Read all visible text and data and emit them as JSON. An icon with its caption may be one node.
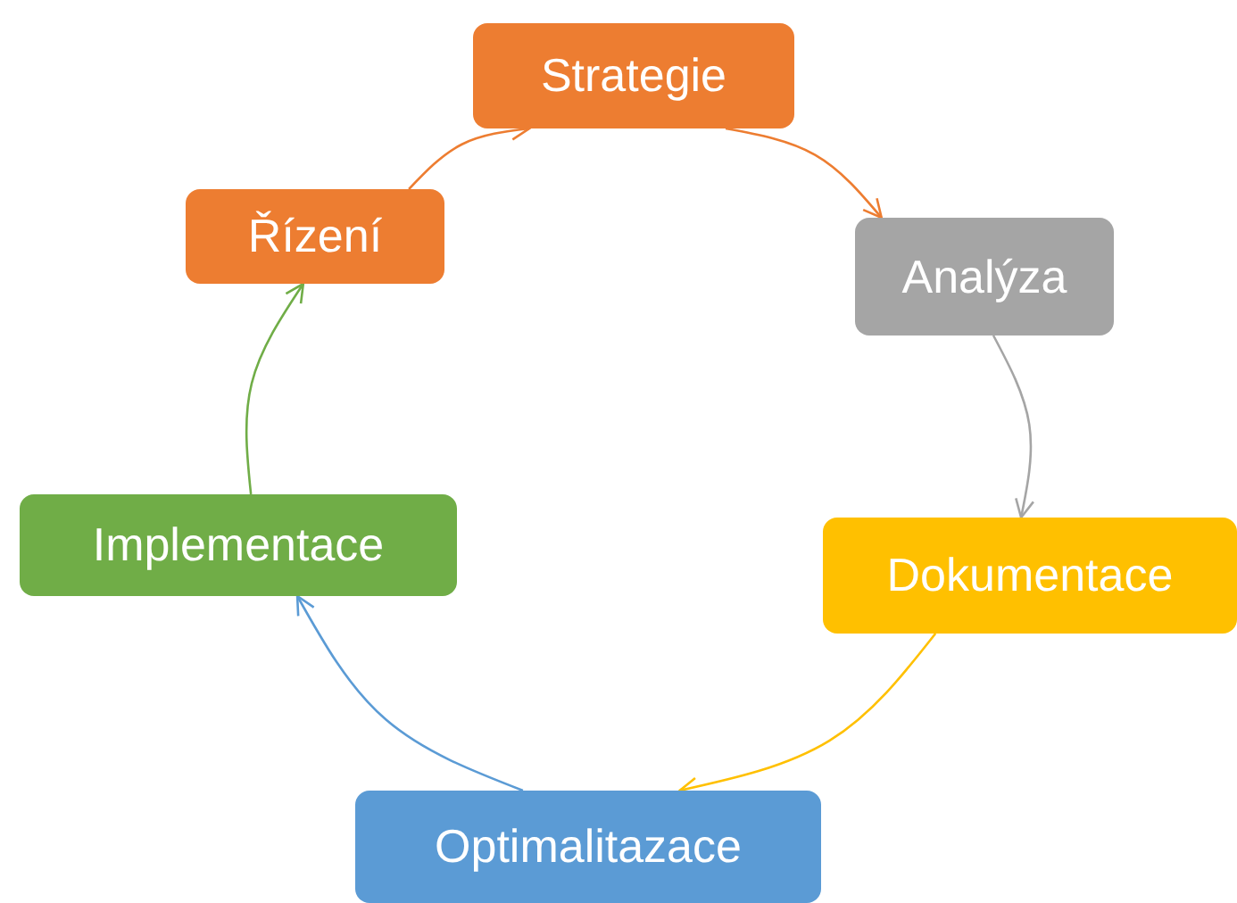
{
  "diagram": {
    "nodes": [
      {
        "text": [
          "Strategie"
        ]
      },
      {
        "text": [
          "Analýza"
        ]
      },
      {
        "text": [
          "Dokumentace"
        ]
      },
      {
        "text": [
          "Optimalitazace"
        ]
      },
      {
        "text": [
          "Implementace"
        ]
      },
      {
        "text": [
          "Řízení"
        ]
      }
    ],
    "edges": [
      {
        "from": 0,
        "to": 1,
        "arrow": "to",
        "color": "#ed7d31"
      },
      {
        "from": 1,
        "to": 2,
        "arrow": "to",
        "color": "#a5a5a5"
      },
      {
        "from": 2,
        "to": 3,
        "arrow": "to",
        "color": "#ffc000"
      },
      {
        "from": 3,
        "to": 4,
        "arrow": "to",
        "color": "#5b9bd5"
      },
      {
        "from": 4,
        "to": 5,
        "arrow": "to",
        "color": "#70ad47"
      },
      {
        "from": 5,
        "to": 0,
        "arrow": "to",
        "color": "#ed7d31"
      }
    ]
  }
}
